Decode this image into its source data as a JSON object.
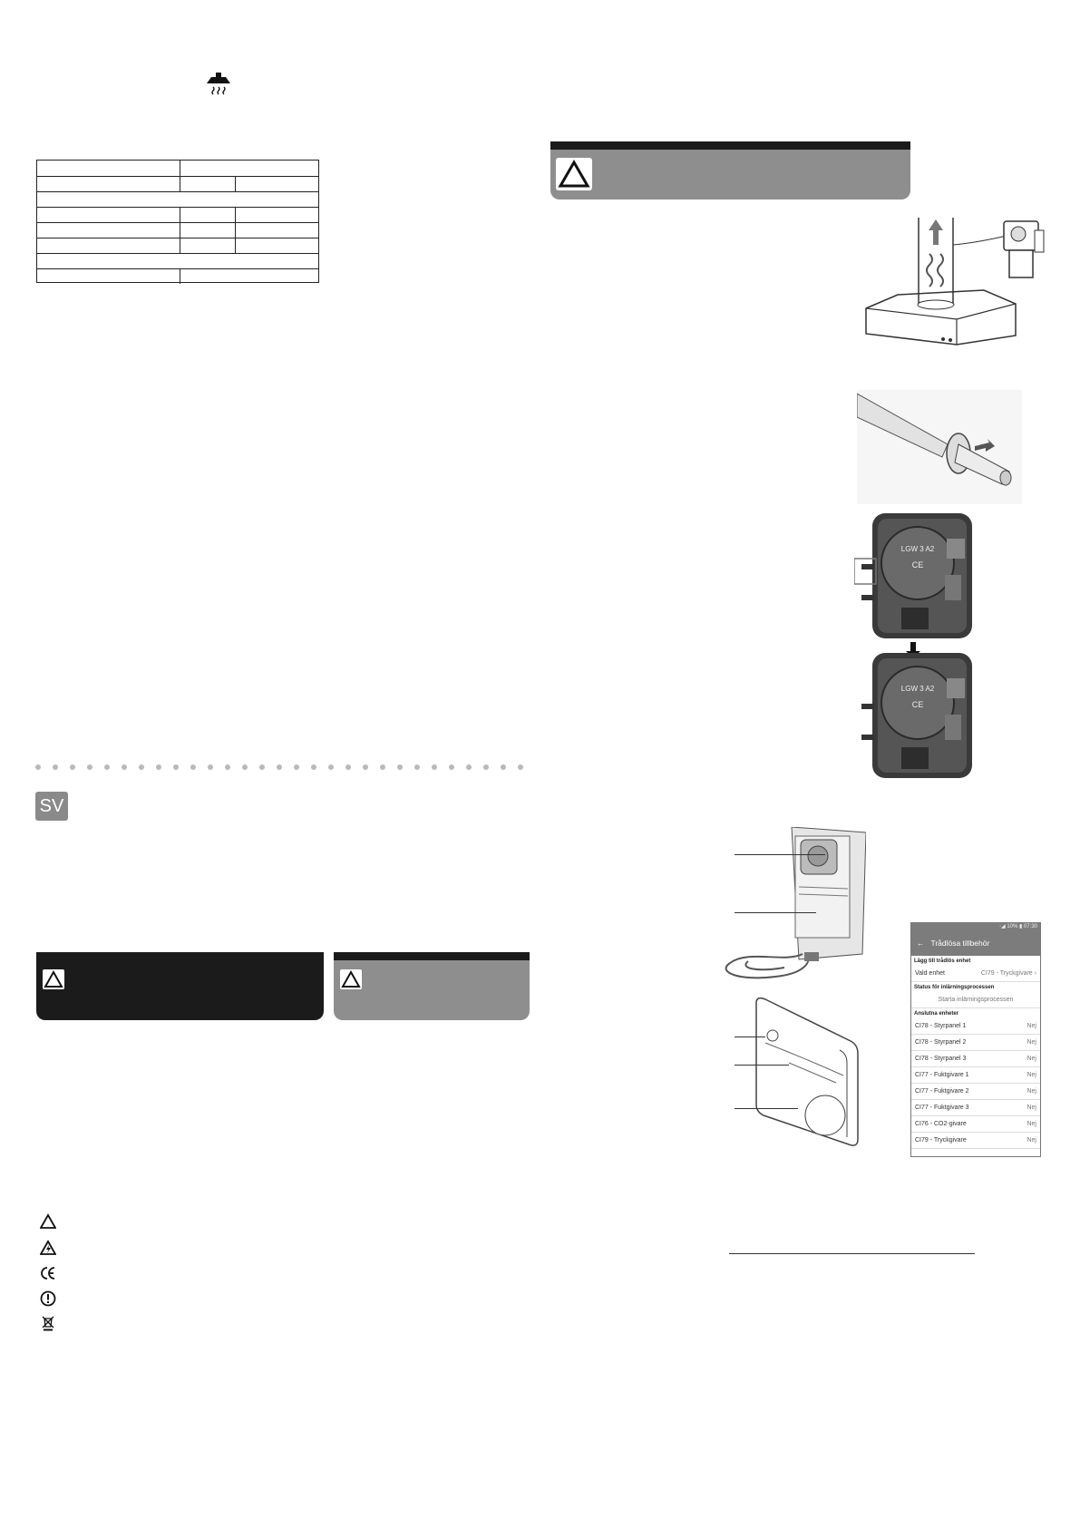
{
  "colors": {
    "warning_dark": "#1b1b1b",
    "warning_gray": "#8e8e8e",
    "badge_gray": "#8a8a8a",
    "dot_gray": "#b9b9b9"
  },
  "icons": {
    "hood": "cooker-hood-icon",
    "warning": "warning-triangle-icon",
    "electric": "electric-hazard-icon",
    "ce": "ce-mark-icon",
    "important": "exclamation-circle-icon",
    "weee": "crossed-bin-icon"
  },
  "language_badge": "SV",
  "app_screen": {
    "status_bar": "⋅◢ 10% ▮ 07:30",
    "title": "Trådlösa tillbehör",
    "section_add": "Lägg till trådlös enhet",
    "selected_label": "Vald enhet",
    "selected_value": "CI79 - Tryckgivare",
    "section_status": "Status för inlärningsprocessen",
    "start_button": "Starta inlärningsprocessen",
    "section_connected": "Anslutna enheter",
    "devices": [
      {
        "name": "CI78 - Styrpanel 1",
        "value": "Nej"
      },
      {
        "name": "CI78 - Styrpanel 2",
        "value": "Nej"
      },
      {
        "name": "CI78 - Styrpanel 3",
        "value": "Nej"
      },
      {
        "name": "CI77 - Fuktgivare 1",
        "value": "Nej"
      },
      {
        "name": "CI77 - Fuktgivare 2",
        "value": "Nej"
      },
      {
        "name": "CI77 - Fuktgivare 3",
        "value": "Nej"
      },
      {
        "name": "CI76 - CO2-givare",
        "value": "Nej"
      },
      {
        "name": "CI79 - Tryckgivare",
        "value": "Nej"
      }
    ]
  },
  "switch_label": {
    "model": "LGW 3 A2",
    "ce": "CE"
  }
}
